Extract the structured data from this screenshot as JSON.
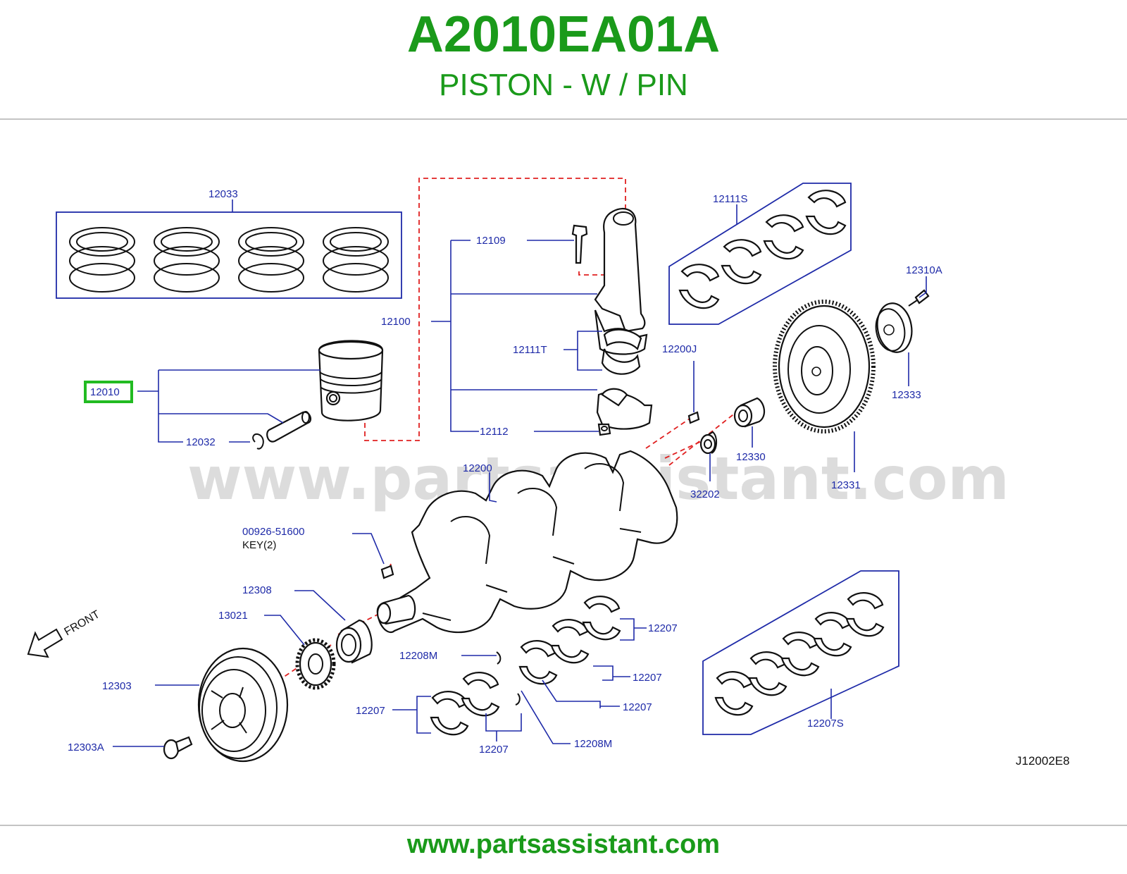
{
  "header": {
    "part_code": "A2010EA01A",
    "part_title": "PISTON - W / PIN"
  },
  "diagram": {
    "watermark": "www.partsassistant.com",
    "diagram_code": "J12002E8",
    "highlighted_part": "12010",
    "front_label": "FRONT",
    "callouts": {
      "c12033": "12033",
      "c12109": "12109",
      "c12111S": "12111S",
      "c12310A": "12310A",
      "c12100": "12100",
      "c12111T": "12111T",
      "c12200J": "12200J",
      "c12010": "12010",
      "c12333": "12333",
      "c12032": "12032",
      "c12112": "12112",
      "c12330": "12330",
      "c12200": "12200",
      "c32202": "32202",
      "c12331": "12331",
      "c00926": "00926-51600",
      "key2": "KEY(2)",
      "c12308": "12308",
      "c13021": "13021",
      "c12207a": "12207",
      "c12208Ma": "12208M",
      "c12207b": "12207",
      "c12303": "12303",
      "c12207c": "12207",
      "c12207d": "12207",
      "c12207S": "12207S",
      "c12303A": "12303A",
      "c12207e": "12207",
      "c12208Mb": "12208M"
    }
  },
  "footer": {
    "site_url": "www.partsassistant.com"
  },
  "colors": {
    "brand_green": "#1a9a1a",
    "callout_blue": "#1e2aa8",
    "phantom_red": "#e02020",
    "highlight_green": "#22bb22"
  }
}
